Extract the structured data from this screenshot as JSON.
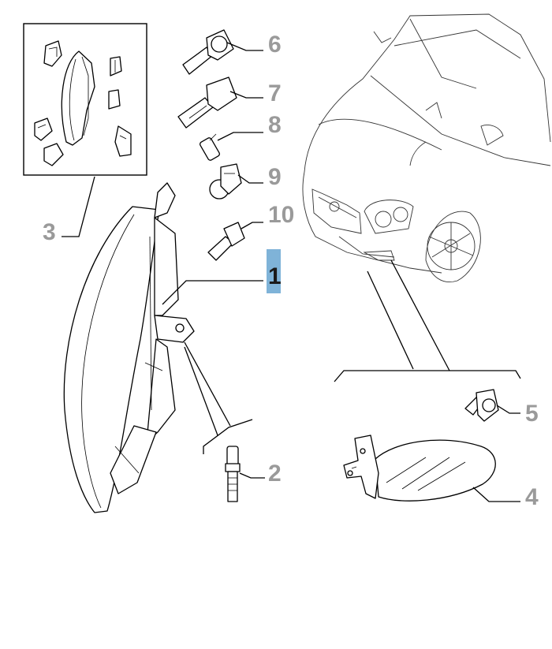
{
  "callouts": {
    "c1": "1",
    "c2": "2",
    "c3": "3",
    "c4": "4",
    "c5": "5",
    "c6": "6",
    "c7": "7",
    "c8": "8",
    "c9": "9",
    "c10": "10"
  },
  "highlight": {
    "part": "1",
    "color": "#7fb3d8"
  }
}
